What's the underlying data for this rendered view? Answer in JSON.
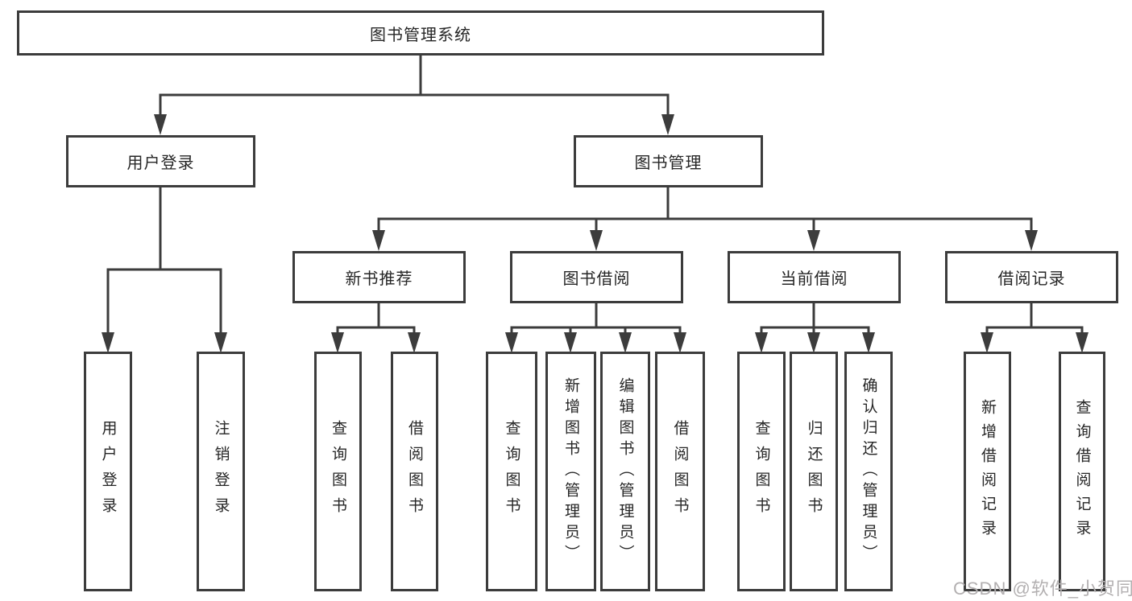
{
  "diagram": {
    "root": {
      "label": "图书管理系统"
    },
    "level2": [
      {
        "id": "user-login",
        "label": "用户登录"
      },
      {
        "id": "book-management",
        "label": "图书管理"
      }
    ],
    "level3": [
      {
        "id": "new-book-recommend",
        "label": "新书推荐"
      },
      {
        "id": "book-borrow",
        "label": "图书借阅"
      },
      {
        "id": "current-borrow",
        "label": "当前借阅"
      },
      {
        "id": "borrow-records",
        "label": "借阅记录"
      }
    ],
    "leaves": {
      "user_login": [
        "用户登录",
        "注销登录"
      ],
      "new_book": [
        "查询图书",
        "借阅图书"
      ],
      "book_borrow": [
        "查询图书",
        "新增图书（管理员）",
        "编辑图书（管理员）",
        "借阅图书"
      ],
      "current_borrow": [
        "查询图书",
        "归还图书",
        "确认归还（管理员）"
      ],
      "records": [
        "新增借阅记录",
        "查询借阅记录"
      ]
    },
    "watermark": {
      "text": "CSDN @软件_小贺同学"
    },
    "colors": {
      "line": "#3c3c3c",
      "text": "#262626",
      "box_background": "#ffffff",
      "watermark": "#b3b0b1",
      "page_background": "#ffffff"
    }
  }
}
